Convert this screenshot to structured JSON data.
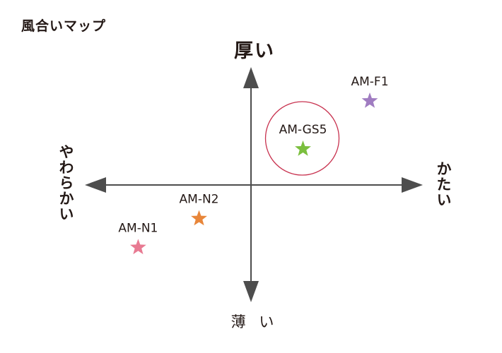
{
  "title": "風合いマップ",
  "axes": {
    "top": "厚い",
    "bottom": "薄 い",
    "left": "やわらかい",
    "right": "かたい"
  },
  "colors": {
    "axis": "#4d4d4d",
    "highlight_circle": "#c8324f"
  },
  "chart_data": {
    "type": "scatter",
    "xlim": [
      -10,
      10
    ],
    "ylim": [
      -10,
      10
    ],
    "x_label_negative": "やわらかい",
    "x_label_positive": "かたい",
    "y_label_positive": "厚い",
    "y_label_negative": "薄 い",
    "points": [
      {
        "label": "AM-F1",
        "x": 8.0,
        "y": 7.0,
        "color": "#a07cc1",
        "marker": "star"
      },
      {
        "label": "AM-GS5",
        "x": 3.5,
        "y": 3.0,
        "color": "#7bbf3e",
        "marker": "star",
        "highlighted": true
      },
      {
        "label": "AM-N2",
        "x": -3.5,
        "y": -2.8,
        "color": "#e8863a",
        "marker": "star"
      },
      {
        "label": "AM-N1",
        "x": -7.6,
        "y": -5.2,
        "color": "#e87a92",
        "marker": "star"
      }
    ]
  }
}
